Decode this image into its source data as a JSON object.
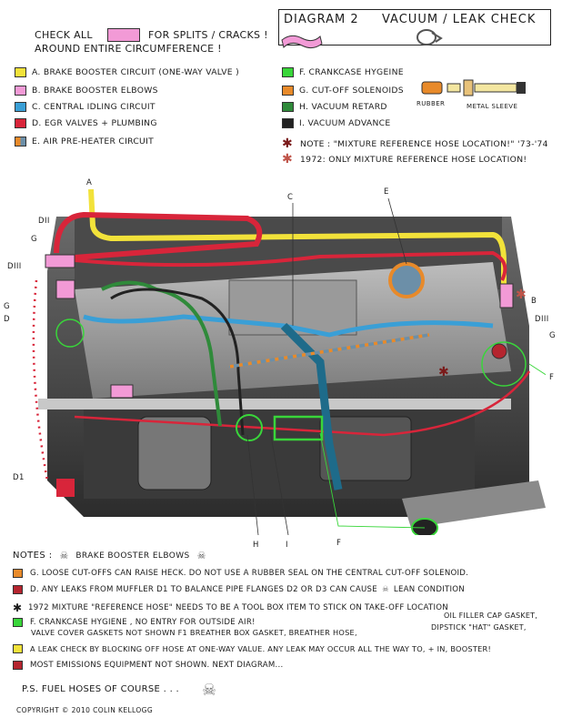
{
  "header": {
    "check_line1_a": "CHECK ALL",
    "check_line1_b": "FOR SPLITS / CRACKS !",
    "check_line2": "AROUND ENTIRE CIRCUMFERENCE !",
    "diagram_title": "DIAGRAM 2",
    "diagram_subtitle": "VACUUM / LEAK CHECK"
  },
  "hose_labels": {
    "rubber": "RUBBER",
    "metal_sleeve": "METAL SLEEVE"
  },
  "legend_left": [
    {
      "text": "A. BRAKE BOOSTER CIRCUIT (ONE-WAY VALVE )",
      "color": "#f2e23a"
    },
    {
      "text": "B. BRAKE BOOSTER ELBOWS",
      "color": "#f29ad6"
    },
    {
      "text": "C. CENTRAL IDLING CIRCUIT",
      "color": "#3a9fd6"
    },
    {
      "text": "D. EGR VALVES + PLUMBING",
      "color": "#d8253a"
    },
    {
      "text": "E. AIR PRE-HEATER CIRCUIT",
      "color": "#6c8fa8"
    }
  ],
  "legend_right": [
    {
      "text": "F. CRANKCASE HYGEINE",
      "color": "#39d63a"
    },
    {
      "text": "G. CUT-OFF SOLENOIDS",
      "color": "#e88a2a"
    },
    {
      "text": "H. VACUUM RETARD",
      "color": "#2f8a3a"
    },
    {
      "text": "I. VACUUM ADVANCE",
      "color": "#222222"
    }
  ],
  "star_notes": [
    {
      "symbol": "*",
      "text": "NOTE : \"MIXTURE REFERENCE HOSE LOCATION!\" '73-'74",
      "color": "#7a1a1a"
    },
    {
      "symbol": "*",
      "text": "1972: ONLY MIXTURE REFERENCE HOSE LOCATION!",
      "color": "#c0554a"
    }
  ],
  "diagram_labels": {
    "A": "A",
    "C": "C",
    "E": "E",
    "DII": "DII",
    "G_left_top": "G",
    "DIII_left": "DIII",
    "G_left": "G",
    "D_left": "D",
    "B_right": "B",
    "DIII_right": "DIII",
    "G_right": "G",
    "F_right": "F",
    "D1": "D1",
    "H": "H",
    "I": "I",
    "F_bottom": "F"
  },
  "notes": {
    "heading": "NOTES :",
    "heading_text": "BRAKE BOOSTER ELBOWS",
    "lines": [
      {
        "text": "G. LOOSE CUT-OFFS CAN RAISE HECK. DO NOT USE A RUBBER SEAL ON THE CENTRAL CUT-OFF SOLENOID.",
        "color": "#e88a2a"
      },
      {
        "text": "D. ANY LEAKS FROM MUFFLER D1 TO BALANCE PIPE FLANGES D2 OR D3 CAN CAUSE",
        "suffix": "LEAN CONDITION",
        "color": "#b5252f"
      },
      {
        "text": "1972 MIXTURE \"REFERENCE HOSE\" NEEDS TO BE A TOOL BOX ITEM TO STICK ON TAKE-OFF LOCATION",
        "symbol": "*"
      },
      {
        "text": "F. CRANKCASE HYGIENE , NO ENTRY FOR OUTSIDE AIR!",
        "color": "#39d63a"
      },
      {
        "text": "VALVE COVER GASKETS NOT SHOWN   F1 BREATHER BOX GASKET,      BREATHER HOSE,",
        "extra_top": "OIL FILLER CAP GASKET,",
        "extra_bottom": "DIPSTICK \"HAT\" GASKET,"
      },
      {
        "text": "A LEAK CHECK BY BLOCKING OFF HOSE AT ONE-WAY VALUE. ANY LEAK MAY OCCUR ALL THE WAY TO, + IN, BOOSTER!",
        "color": "#f2e23a"
      },
      {
        "text": "MOST EMISSIONS EQUIPMENT NOT SHOWN. NEXT DIAGRAM...",
        "color": "#b5252f"
      }
    ],
    "ps": "P.S. FUEL HOSES OF COURSE . . .",
    "copyright": "COPYRIGHT © 2010 COLIN KELLOGG"
  }
}
